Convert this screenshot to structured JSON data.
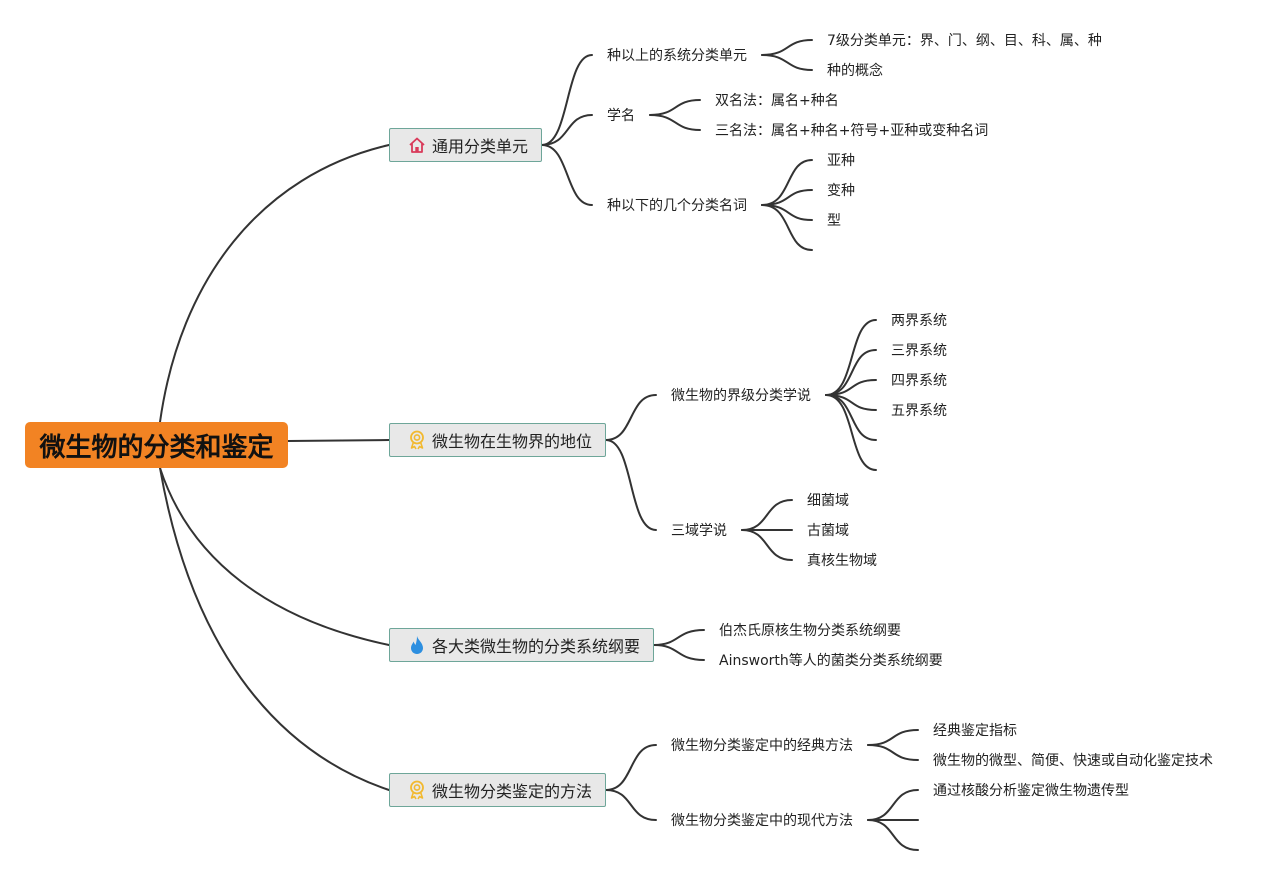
{
  "root": {
    "label": "微生物的分类和鉴定",
    "color": "#f28323"
  },
  "topics": [
    {
      "label": "通用分类单元",
      "icon": "house-icon",
      "children": [
        {
          "label": "种以上的系统分类单元",
          "children": [
            "7级分类单元：界、门、纲、目、科、属、种",
            "种的概念"
          ]
        },
        {
          "label": "学名",
          "children": [
            "双名法：属名+种名",
            "三名法：属名+种名+符号+亚种或变种名词"
          ]
        },
        {
          "label": "种以下的几个分类名词",
          "children": [
            "亚种",
            "变种",
            "型",
            ""
          ]
        }
      ]
    },
    {
      "label": "微生物在生物界的地位",
      "icon": "award-icon",
      "children": [
        {
          "label": "微生物的界级分类学说",
          "children": [
            "两界系统",
            "三界系统",
            "四界系统",
            "五界系统",
            "",
            ""
          ]
        },
        {
          "label": "三域学说",
          "children": [
            "细菌域",
            "古菌域",
            "真核生物域"
          ]
        }
      ]
    },
    {
      "label": "各大类微生物的分类系统纲要",
      "icon": "fire-icon",
      "children": [
        {
          "label": "伯杰氏原核生物分类系统纲要",
          "children": []
        },
        {
          "label": "Ainsworth等人的菌类分类系统纲要",
          "children": []
        }
      ]
    },
    {
      "label": "微生物分类鉴定的方法",
      "icon": "award-icon",
      "children": [
        {
          "label": "微生物分类鉴定中的经典方法",
          "children": [
            "经典鉴定指标",
            "微生物的微型、简便、快速或自动化鉴定技术"
          ]
        },
        {
          "label": "微生物分类鉴定中的现代方法",
          "children": [
            "通过核酸分析鉴定微生物遗传型",
            "",
            ""
          ]
        }
      ]
    }
  ]
}
